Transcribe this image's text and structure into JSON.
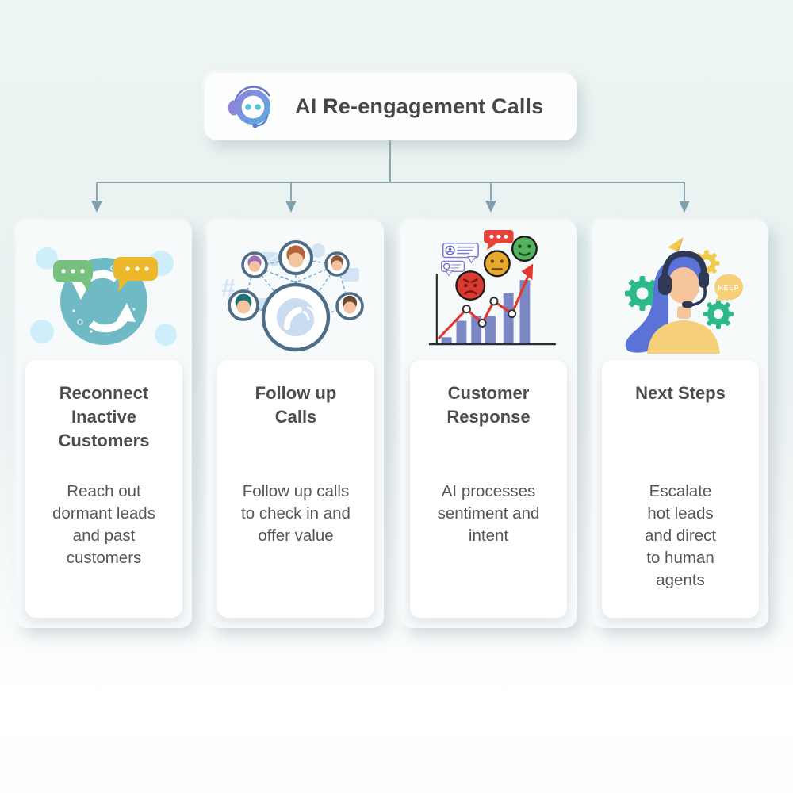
{
  "header": {
    "title": "AI Re-engagement Calls",
    "icon": "ai-bot-headset-icon"
  },
  "palette": {
    "background_top": "#edf6f3",
    "background_bottom": "#ffffff",
    "card_background": "#f7fafb",
    "panel_background": "#ffffff",
    "connector": "#8ba7b1",
    "title_text": "#4d4d4d",
    "body_text": "#565656",
    "bot_gradient_start": "#8d84da",
    "bot_gradient_end": "#5fa9e0",
    "teal_circle": "#6fbac4",
    "green_bubble": "#77c07e",
    "yellow_bubble": "#edb92b",
    "network_ring": "#4e6d86",
    "network_dash": "#6fa8dd",
    "phone_disc": "#c9dcf0",
    "bar_fill": "#7c86c5",
    "trend_red": "#e2372f",
    "emoji_red": "#d93b31",
    "emoji_yellow": "#e9a92d",
    "emoji_green": "#56b261",
    "agent_hair_blue": "#5b73d6",
    "agent_skin": "#f7c59c",
    "agent_shirt_yellow": "#f6cf79",
    "headset_navy": "#2d3956",
    "gear_green": "#2cba8d",
    "gear_yellow": "#f2c94c"
  },
  "cards": [
    {
      "id": "reconnect-inactive-customers",
      "illustration": "refresh-cycle-chat-icon",
      "title": "Reconnect\nInactive\nCustomers",
      "body": "Reach out\ndormant leads\nand past\ncustomers"
    },
    {
      "id": "follow-up-calls",
      "illustration": "phone-network-icon",
      "title": "Follow up\nCalls",
      "body": "Follow up calls\nto check in and\noffer value"
    },
    {
      "id": "customer-response",
      "illustration": "sentiment-chart-icon",
      "title": "Customer\nResponse",
      "body": "AI processes\nsentiment and\nintent"
    },
    {
      "id": "next-steps",
      "illustration": "support-agent-icon",
      "title": "Next Steps",
      "body": "Escalate\nhot leads\nand direct\nto human\nagents",
      "help_label": "HELP"
    }
  ]
}
